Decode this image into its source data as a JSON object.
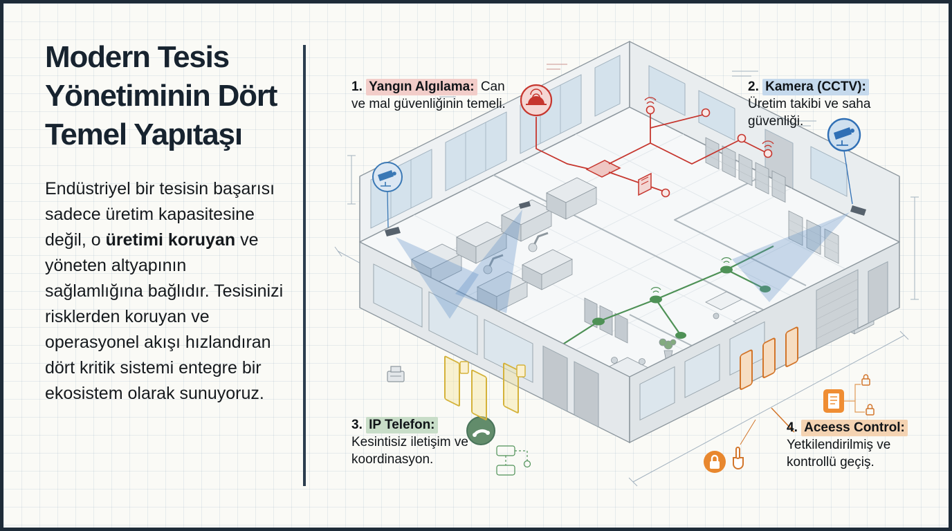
{
  "left": {
    "title_lines": [
      "Modern Tesis",
      "Yönetiminin Dört",
      "Temel Yapıtaşı"
    ],
    "paragraph": {
      "before_bold": "Endüstriyel bir tesisin başarısı sadece üretim kapasitesine değil, o ",
      "bold": "üretimi koruyan",
      "after_bold": " ve yöneten altyapının sağlamlığına bağlıdır. Tesisinizi risklerden koruyan ve operasyonel akışı hızlandıran dört kritik sistemi entegre bir ekosistem olarak sunuyoruz."
    }
  },
  "callouts": [
    {
      "number": "1.",
      "label": "Yangın Algılama:",
      "description": "Can ve mal güvenliğinin temeli.",
      "accent_color": "#c6362e",
      "highlight_color": "#f2cdc9",
      "icon": "smoke-detector-icon"
    },
    {
      "number": "2.",
      "label": "Kamera (CCTV):",
      "description": "Üretim takibi ve saha güvenliği.",
      "accent_color": "#2f6fb5",
      "highlight_color": "#c5d9ec",
      "icon": "cctv-camera-icon"
    },
    {
      "number": "3.",
      "label": "IP Telefon:",
      "description": "Kesintisiz iletişim ve koordinasyon.",
      "accent_color": "#44804f",
      "highlight_color": "#c8ddc8",
      "icon": "phone-handset-icon"
    },
    {
      "number": "4.",
      "label": "Aceess Control:",
      "description": "Yetkilendirilmiş ve kontrollü geçiş.",
      "accent_color": "#d2752a",
      "highlight_color": "#f4d3b2",
      "icon": "padlock-icon"
    }
  ]
}
